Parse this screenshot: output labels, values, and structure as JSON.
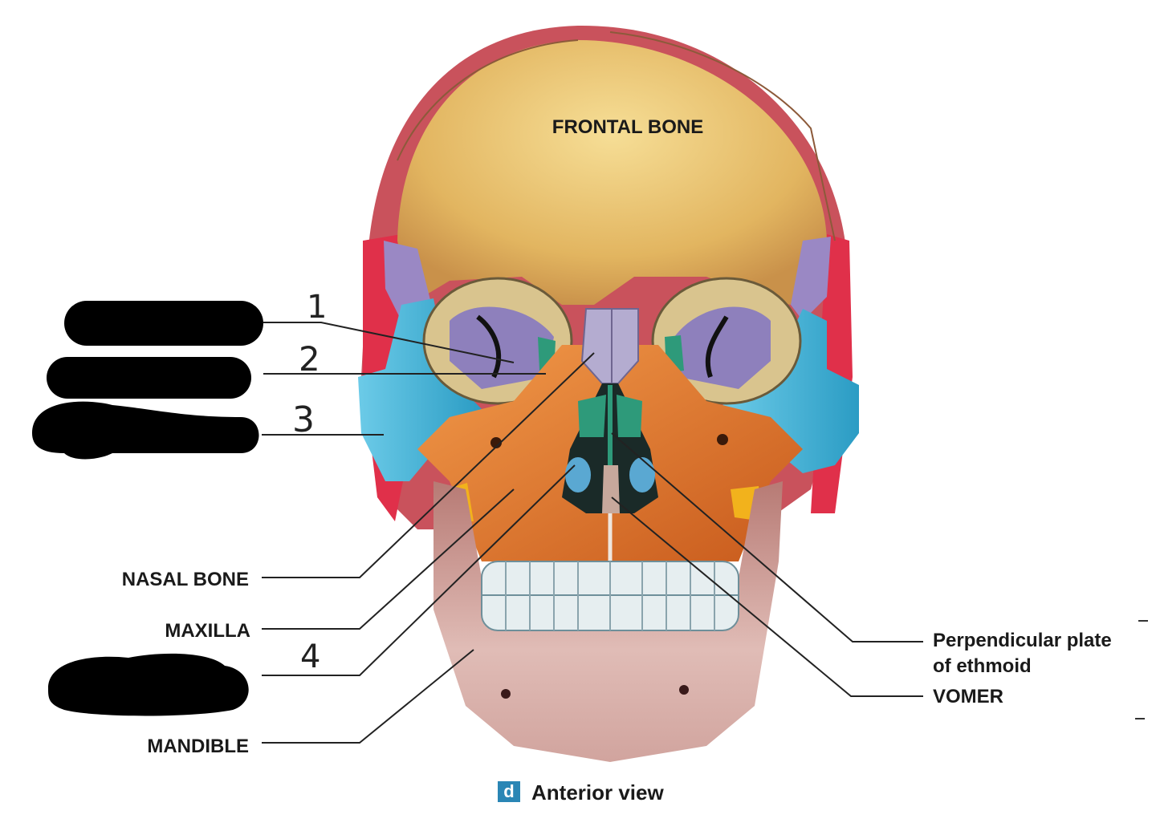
{
  "labels": {
    "frontal": "FRONTAL BONE",
    "nasal": "NASAL BONE",
    "maxilla": "MAXILLA",
    "mandible": "MANDIBLE",
    "perpendicular_line1": "Perpendicular plate",
    "perpendicular_line2": "of ethmoid",
    "vomer": "VOMER"
  },
  "handwritten_numbers": [
    "1",
    "2",
    "3",
    "4"
  ],
  "caption": {
    "badge": "d",
    "text": "Anterior view"
  },
  "colors": {
    "frontal": "#e8bf6a",
    "parietal": "#c9525c",
    "temporal": "#e0304a",
    "sphenoid": "#9a88c4",
    "zygomatic": "#3ab0d6",
    "maxilla": "#e27a2c",
    "nasal": "#b4acd0",
    "ethmoid": "#2e9a7a",
    "mandible": "#c99a94",
    "teeth": "#e6eef0",
    "redaction": "#000000",
    "badge": "#2a86b5"
  }
}
